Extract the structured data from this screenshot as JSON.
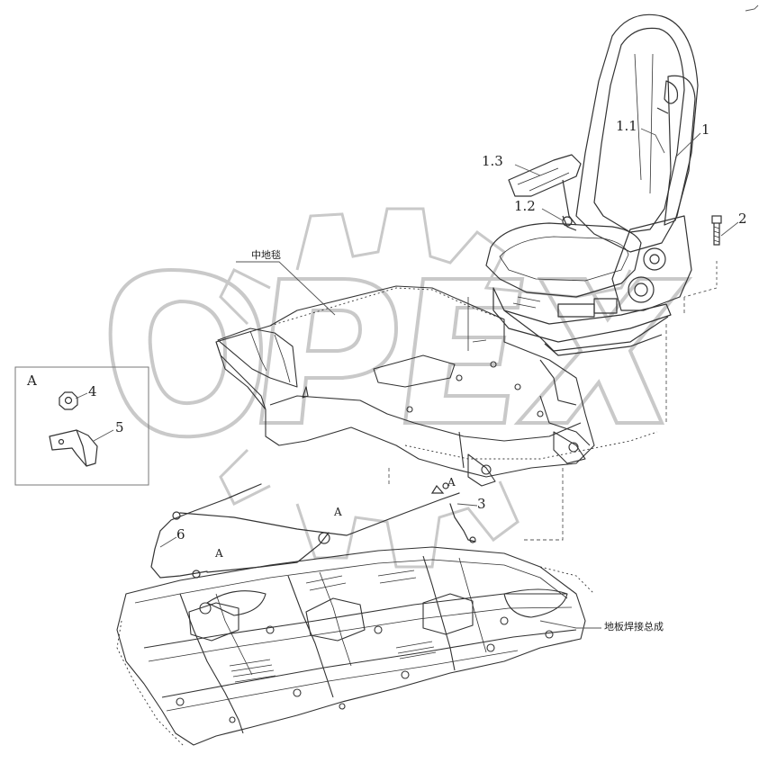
{
  "watermark": {
    "text": "OPEX",
    "color": "#c8c8c8"
  },
  "labels": {
    "seat_assembly": "1",
    "seat_backrest": "1.1",
    "seat_cushion": "1.2",
    "armrest": "1.3",
    "bolt": "2",
    "wire_harness_clip": "3",
    "nut": "4",
    "bracket": "5",
    "cable": "6",
    "detail_view": "A",
    "view_marker_1": "A",
    "view_marker_2": "A",
    "view_marker_3": "A",
    "middle_floor": "中地毯",
    "floor_welding_assembly": "地板焊接总成"
  },
  "colors": {
    "line": "#333333",
    "leader": "#555555",
    "frame": "#777777"
  }
}
